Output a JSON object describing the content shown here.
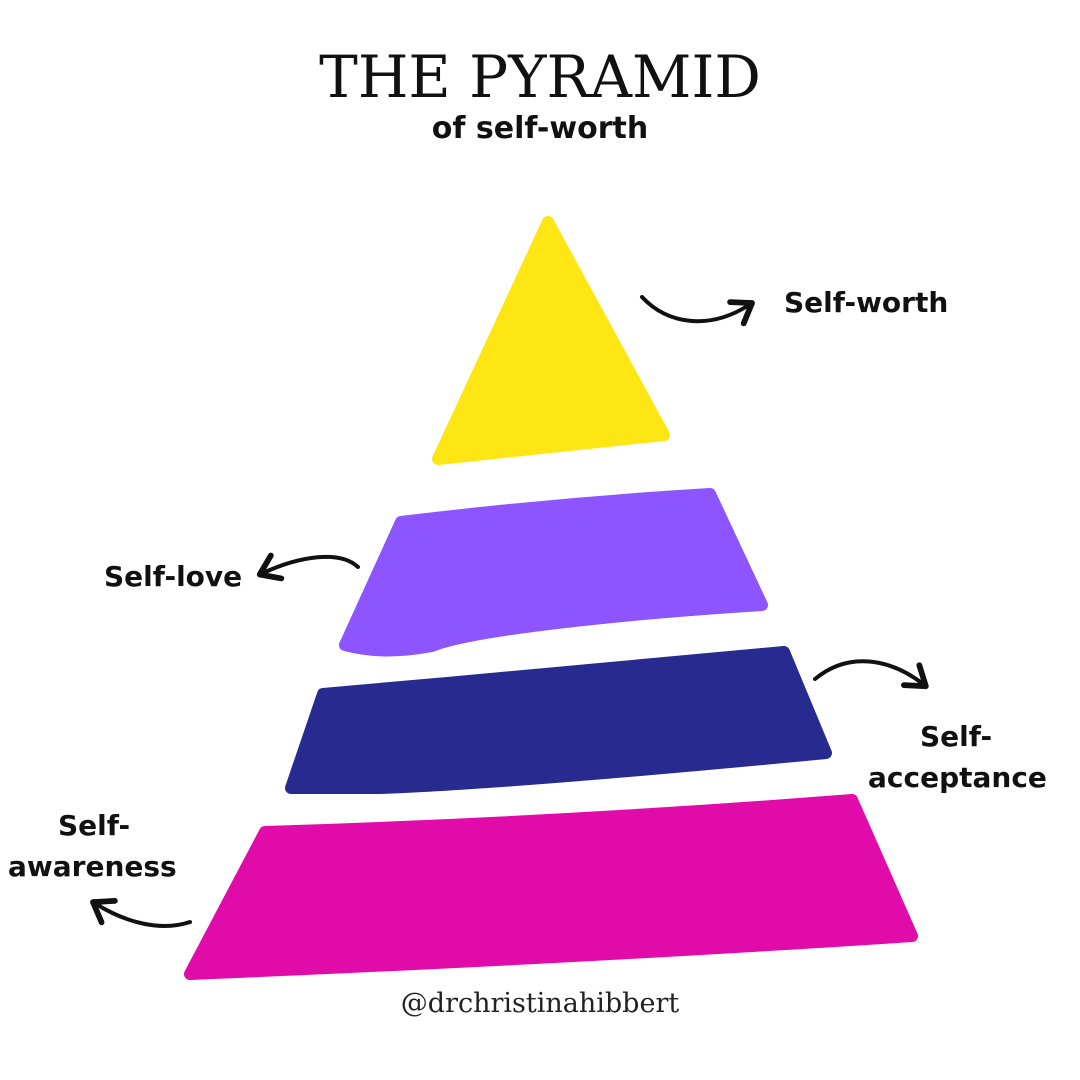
{
  "header": {
    "title": "THE PYRAMID",
    "subtitle": "of self-worth"
  },
  "levels": [
    {
      "label": "Self-worth",
      "color": "#fde614"
    },
    {
      "label": "Self-love",
      "color": "#8c55ff"
    },
    {
      "label_line1": "Self-",
      "label_line2": "acceptance",
      "color": "#272a8f"
    },
    {
      "label_line1": "Self-",
      "label_line2": "awareness",
      "color": "#e00ba9"
    }
  ],
  "footer": {
    "handle": "@drchristinahibbert"
  }
}
